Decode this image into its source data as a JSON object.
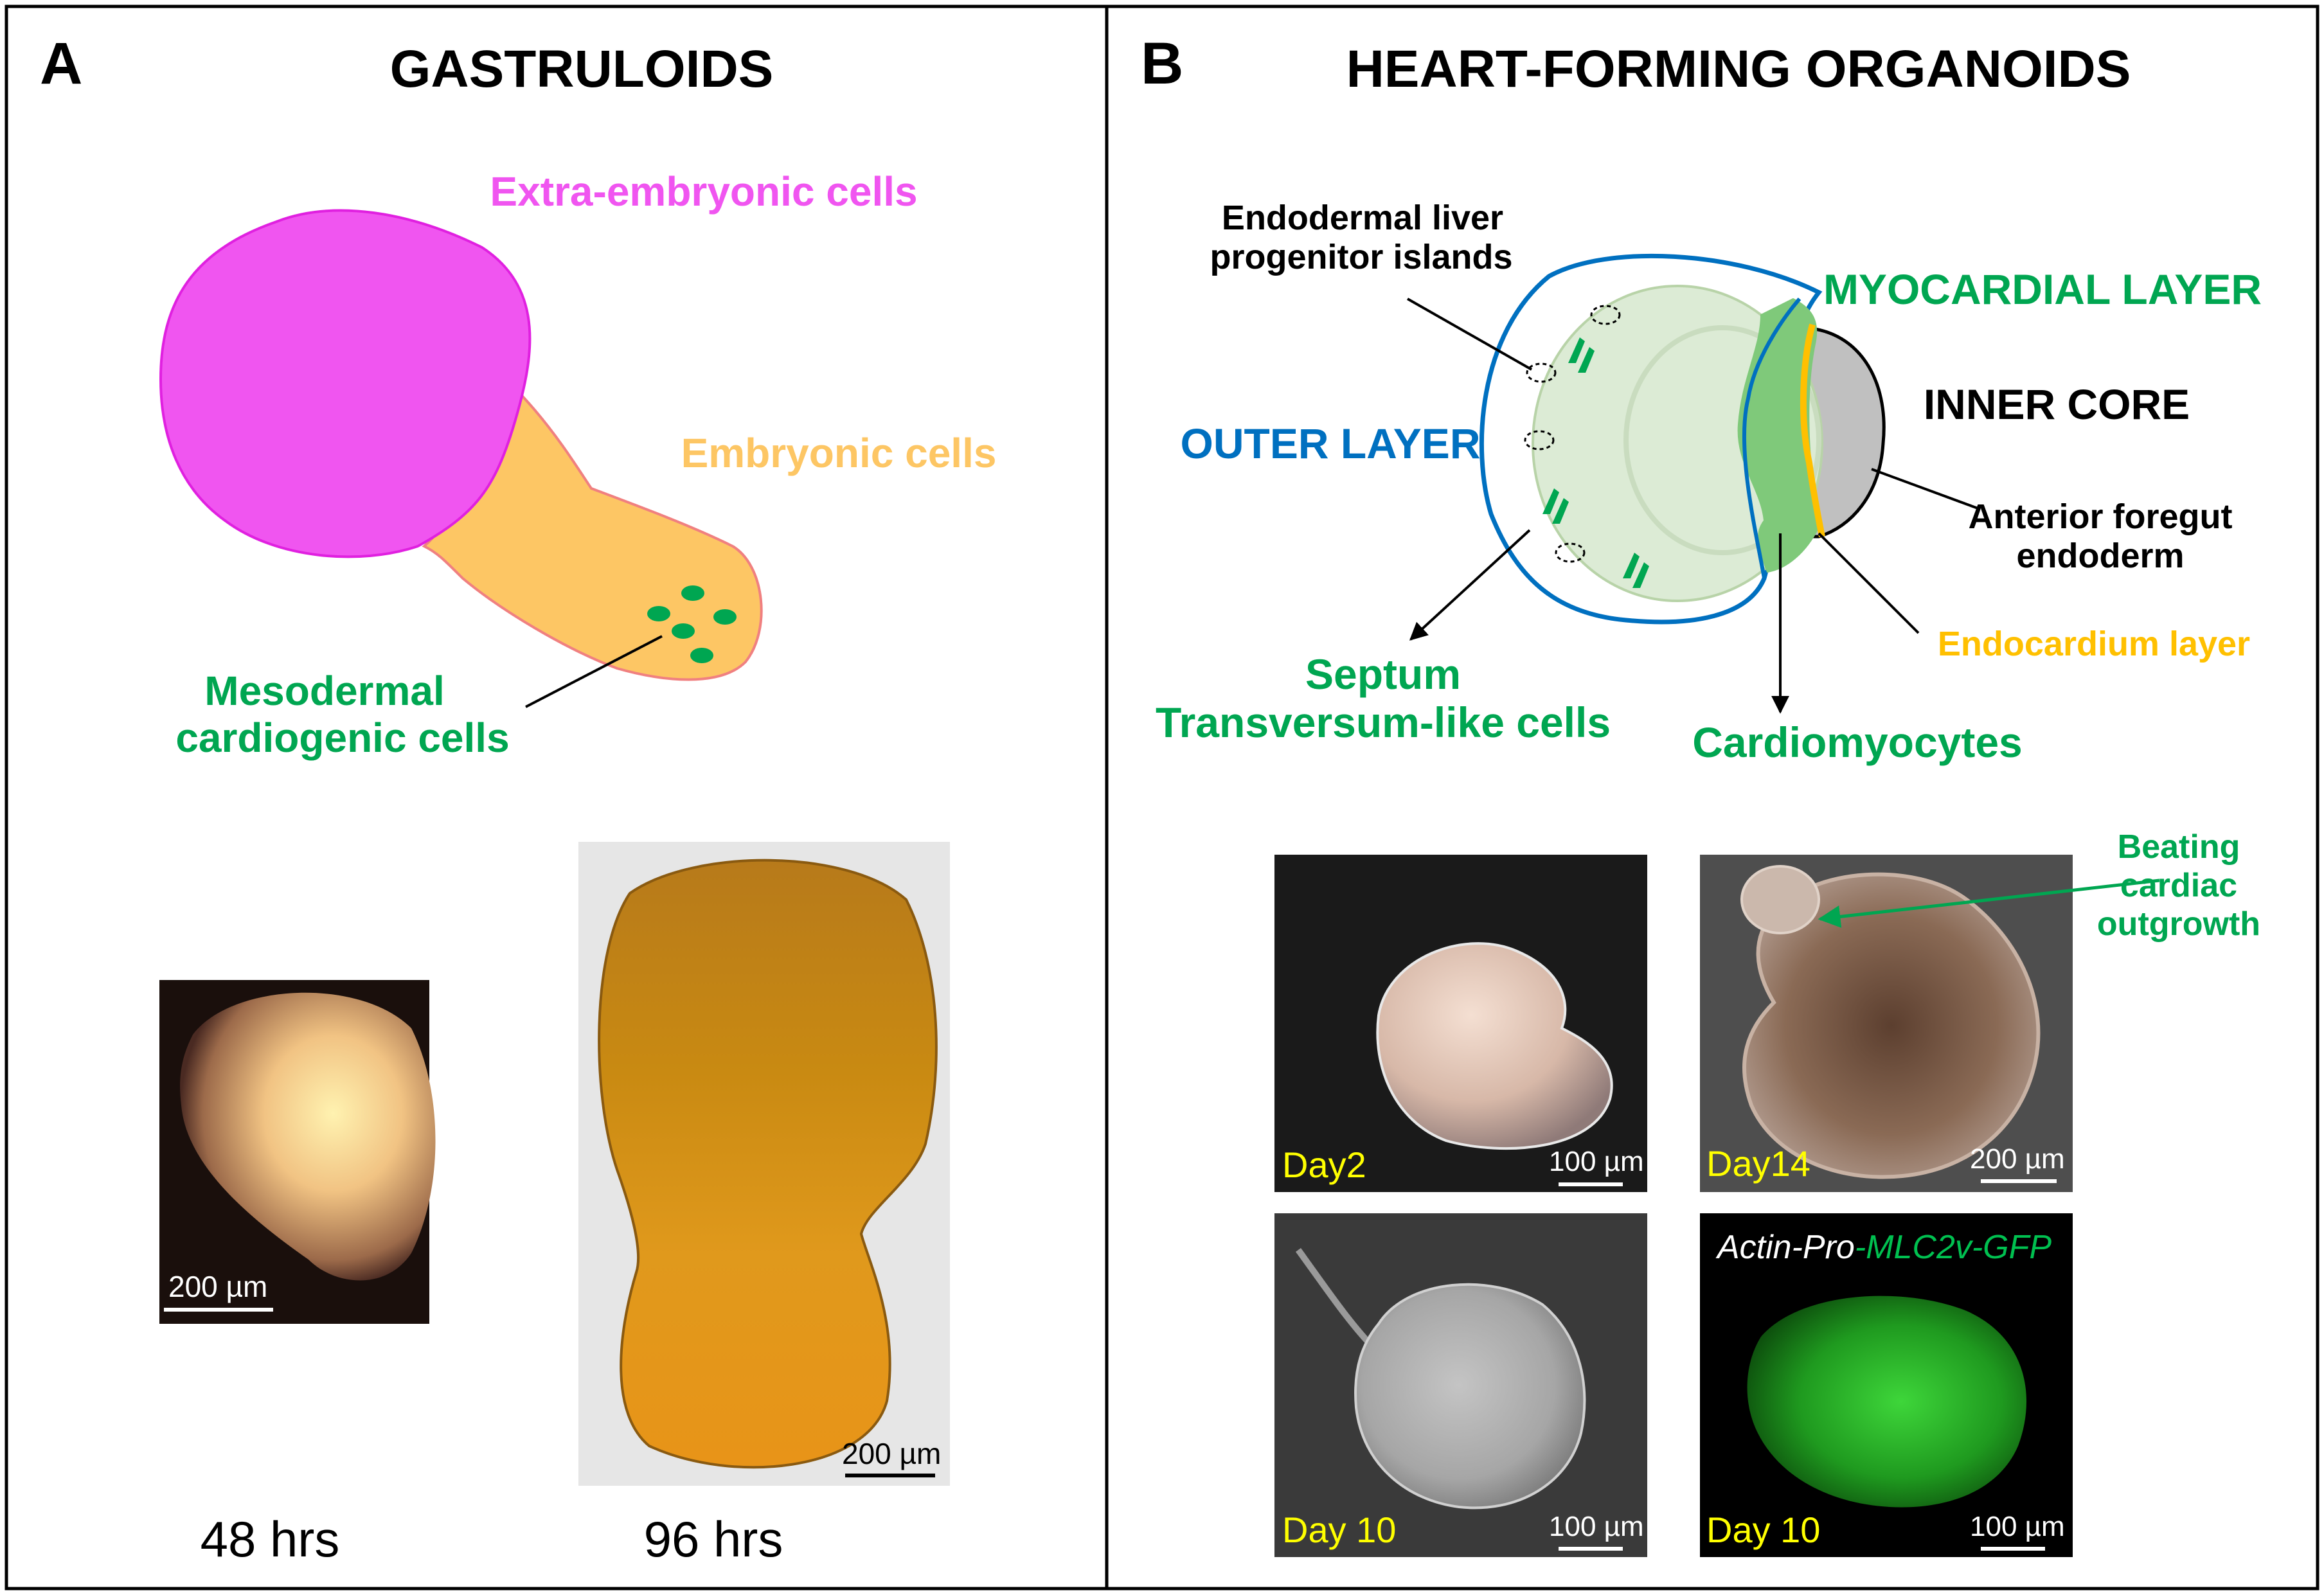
{
  "colors": {
    "magenta": "#f055f0",
    "orange": "#fdc664",
    "green": "#00a651",
    "blue": "#0070c0",
    "yellow": "#ffc000",
    "black": "#000000",
    "micrograph_label": "#ffff00"
  },
  "panel_a": {
    "letter": "A",
    "title": "GASTRULOIDS",
    "labels": {
      "extra_embryonic": "Extra-embryonic cells",
      "embryonic": "Embryonic cells",
      "mesodermal_line1": "Mesodermal",
      "mesodermal_line2": "cardiogenic cells"
    },
    "photos": [
      {
        "scale": "200 µm",
        "caption": "48 hrs"
      },
      {
        "scale": "200 µm",
        "caption": "96 hrs"
      }
    ]
  },
  "panel_b": {
    "letter": "B",
    "title": "HEART-FORMING ORGANOIDS",
    "labels": {
      "liver_line1": "Endodermal liver",
      "liver_line2": "progenitor islands",
      "myocardial": "MYOCARDIAL LAYER",
      "inner_core": "INNER CORE",
      "outer_layer": "OUTER LAYER",
      "foregut_line1": "Anterior foregut",
      "foregut_line2": "endoderm",
      "endocardium": "Endocardium layer",
      "septum_line1": "Septum",
      "septum_line2": "Transversum-like cells",
      "cardiomyocytes": "Cardiomyocytes"
    },
    "photos": [
      {
        "day": "Day2",
        "scale": "100 µm"
      },
      {
        "day": "Day14",
        "scale": "200 µm"
      },
      {
        "day": "Day 10",
        "scale": "100 µm"
      },
      {
        "day": "Day 10",
        "scale": "100 µm",
        "reporter_prefix": "Actin-Pro",
        "reporter_suffix": "-MLC2v-GFP"
      }
    ],
    "beating_line1": "Beating",
    "beating_line2": "cardiac",
    "beating_line3": "outgrowth"
  }
}
